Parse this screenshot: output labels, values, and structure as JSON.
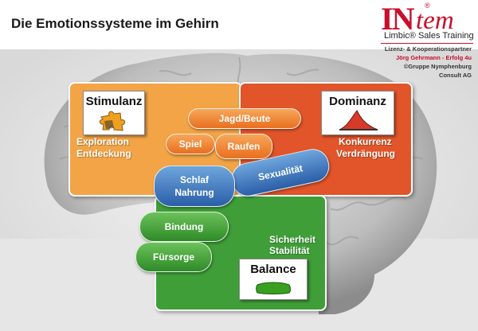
{
  "title": "Die Emotionssysteme im Gehirn",
  "logo": {
    "in": "IN",
    "tem": "tem",
    "registered": "®",
    "subtitle": "Limbic® Sales Training"
  },
  "credits": [
    "Lizenz- & Kooperationspartner",
    "Jörg Gehrmann  -  Erfolg 4u",
    "©Gruppe Nymphenburg",
    "Consult AG"
  ],
  "colors": {
    "stimulanz": "#f2a446",
    "dominanz": "#e2552a",
    "balance": "#3f9e38",
    "brand": "#c8102e"
  },
  "stimulanz": {
    "label": "Stimulanz",
    "icon": "puzzle-icon",
    "lines": [
      "Exploration",
      "Entdeckung"
    ]
  },
  "dominanz": {
    "label": "Dominanz",
    "icon": "shark-fin-icon",
    "lines": [
      "Konkurrenz",
      "Verdrängung"
    ]
  },
  "balance": {
    "label": "Balance",
    "icon": "pillow-icon",
    "lines": [
      "Sicherheit",
      "Stabilität"
    ]
  },
  "pills": {
    "jagd": "Jagd/Beute",
    "spiel": "Spiel",
    "raufen": "Raufen",
    "schlaf": "Schlaf",
    "nahrung": "Nahrung",
    "sexualitaet": "Sexualität",
    "bindung": "Bindung",
    "fuersorge": "Fürsorge"
  }
}
